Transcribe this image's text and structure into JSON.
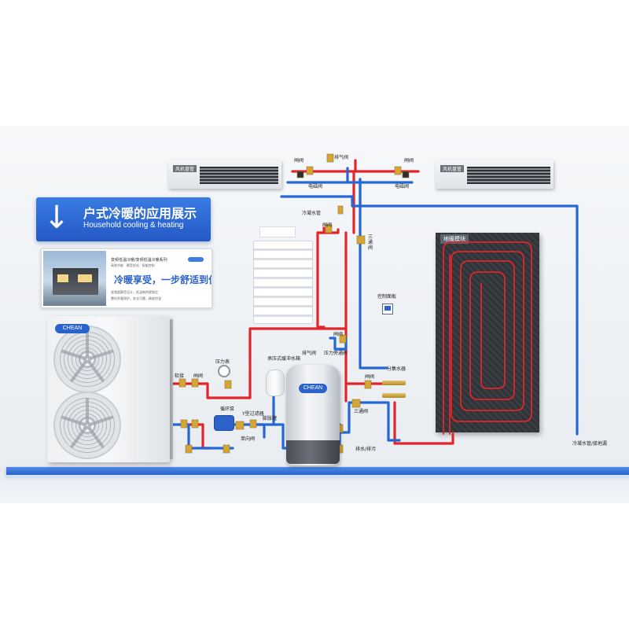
{
  "banner": {
    "arrow": "↓",
    "title": "户式冷暖的应用展示",
    "subtitle": "Household cooling & heating"
  },
  "ad": {
    "title": "变频低温冷暖/变频低温冷暖系列",
    "line1": "高效节能 · 静音舒适 · 智能控制",
    "line2": "变频超静音设计，低温制热更稳定",
    "line3": "整机多重保护，安全可靠，精准控温",
    "slogan": "冷暖享受，一步舒适到位"
  },
  "coils": {
    "left_label": "风机盘管",
    "right_label": "风机盘管"
  },
  "brand": {
    "logo": "CHEAN"
  },
  "labels": {
    "zhafa_top_left": "闸阀",
    "paiqi_top": "排气阀",
    "zhafa_top_right": "闸阀",
    "diancifa_left": "电磁阀",
    "diancifa_right": "电磁阀",
    "lengningshui": "冷凝水管",
    "zhafa_rad": "闸阀",
    "santongfa_vertical": "三通阀",
    "floor_module": "地暖模块",
    "kongzhi": "控制面板",
    "zhafa_mid": "闸阀",
    "ruanjie": "软接",
    "zhafa_left": "闸阀",
    "yalibiao": "压力表",
    "chengya": "承压式缓冲水箱",
    "paiqi_mid": "排气阀",
    "yalipang": "压力旁通阀",
    "fenjishui": "分集水器",
    "zhafa_right": "闸阀",
    "santong_bottom": "三通阀",
    "xunhuanbeng": "循环泵",
    "guolvqi": "Y型过滤器",
    "pengzhangguan": "膨胀罐",
    "danxiangfa": "单向阀",
    "paishui": "排水/排污",
    "lengning_bottom": "冷凝水管/接地漏"
  },
  "colors": {
    "hot_pipe": "#e0252b",
    "cold_pipe": "#2767d3",
    "accent": "#2a63cc"
  },
  "icons": {
    "banner_arrow": "down-arrow-icon",
    "valve": "valve-icon",
    "pump": "pump-icon",
    "gauge": "pressure-gauge-icon"
  }
}
